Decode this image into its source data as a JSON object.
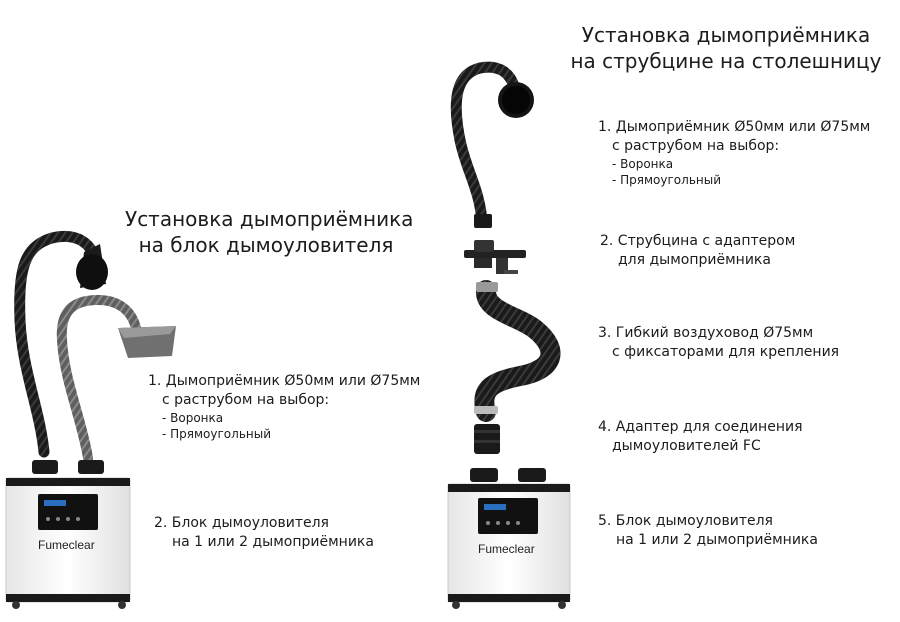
{
  "left": {
    "title": [
      "Установка дымоприёмника",
      "на блок дымоуловителя"
    ],
    "items": [
      {
        "lines": [
          "1. Дымоприёмник Ø50мм или Ø75мм",
          "с раструбом на выбор:"
        ],
        "subs": [
          "- Воронка",
          "- Прямоугольный"
        ]
      },
      {
        "lines": [
          "2. Блок дымоуловителя",
          "на 1 или 2 дымоприёмника"
        ],
        "subs": []
      }
    ],
    "unit_logo": "Fumeclear"
  },
  "right": {
    "title": [
      "Установка дымоприёмника",
      "на струбцине на столешницу"
    ],
    "items": [
      {
        "lines": [
          "1. Дымоприёмник Ø50мм или Ø75мм",
          "с раструбом на выбор:"
        ],
        "subs": [
          "- Воронка",
          "- Прямоугольный"
        ]
      },
      {
        "lines": [
          "2. Струбцина с адаптером",
          "для дымоприёмника"
        ],
        "subs": []
      },
      {
        "lines": [
          "3. Гибкий воздуховод Ø75мм",
          "с фиксаторами для крепления"
        ],
        "subs": []
      },
      {
        "lines": [
          "4. Адаптер для соединения",
          "дымоуловителей FC"
        ],
        "subs": []
      },
      {
        "lines": [
          "5. Блок дымоуловителя",
          "на 1 или 2 дымоприёмника"
        ],
        "subs": []
      }
    ],
    "unit_logo": "Fumeclear"
  },
  "colors": {
    "text": "#1c1c1c",
    "hose": "#1a1a1a",
    "hose_gray": "#6b6b6b",
    "unit_body": "#f2f2f2",
    "panel": "#111111",
    "logo_accent": "#c8a020"
  }
}
